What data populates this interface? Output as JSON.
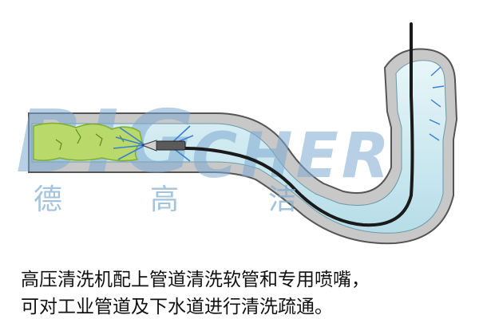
{
  "watermark": {
    "brand_latin_left": "BIG",
    "brand_latin_right": "CHER",
    "brand_cn": [
      "德",
      "高",
      "洁"
    ],
    "color": "#7ea9cf"
  },
  "caption": {
    "line1": "高压清洗机配上管道清洗软管和专用喷嘴，",
    "line2": "可对工业管道及下水道进行清洗疏通。"
  },
  "colors": {
    "pipe_wall": "#bfbfbf",
    "pipe_outline": "#555555",
    "water": "#c4e6ee",
    "water_light": "#e8f6f9",
    "deposit": "#b9d96a",
    "deposit_dark": "#7fae2e",
    "hose": "#1a1a1a",
    "spray": "#3a7fd0"
  }
}
